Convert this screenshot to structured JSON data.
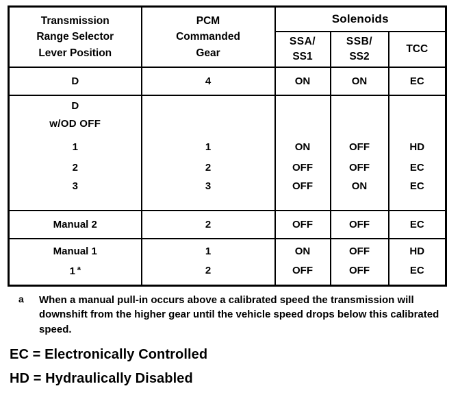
{
  "table": {
    "group_header": "Solenoids",
    "columns": [
      {
        "id": "trs",
        "label": "Transmission\nRange Selector\nLever Position",
        "line1": "Transmission",
        "line2": "Range Selector",
        "line3": "Lever Position"
      },
      {
        "id": "gear",
        "label": "PCM Commanded Gear",
        "line1": "PCM",
        "line2": "Commanded",
        "line3": "Gear"
      },
      {
        "id": "ssa",
        "line1": "SSA/",
        "line2": "SS1"
      },
      {
        "id": "ssb",
        "line1": "SSB/",
        "line2": "SS2"
      },
      {
        "id": "tcc",
        "line1": "TCC"
      }
    ],
    "rows": [
      {
        "type": "simple",
        "lever": "D",
        "gear": "4",
        "ssa": "ON",
        "ssb": "ON",
        "tcc": "EC"
      },
      {
        "type": "group",
        "lever_title_1": "D",
        "lever_title_2": "w/OD OFF",
        "lever_items": [
          "1",
          "2",
          "3"
        ],
        "gears": [
          "1",
          "2",
          "3"
        ],
        "ssa": [
          "ON",
          "OFF",
          "OFF"
        ],
        "ssb": [
          "OFF",
          "OFF",
          "ON"
        ],
        "tcc": [
          "HD",
          "EC",
          "EC"
        ]
      },
      {
        "type": "simple",
        "lever": "Manual 2",
        "gear": "2",
        "ssa": "OFF",
        "ssb": "OFF",
        "tcc": "EC"
      },
      {
        "type": "pair",
        "lever_1": "Manual 1",
        "lever_2": "1",
        "lever_2_sup": "a",
        "gears": [
          "1",
          "2"
        ],
        "ssa": [
          "ON",
          "OFF"
        ],
        "ssb": [
          "OFF",
          "OFF"
        ],
        "tcc": [
          "HD",
          "EC"
        ]
      }
    ]
  },
  "footnote": {
    "marker": "a",
    "text": "When a manual pull-in occurs above a calibrated speed the transmission will downshift from the higher gear until the vehicle speed drops below this calibrated speed."
  },
  "legend": [
    "EC = Electronically Controlled",
    "HD = Hydraulically Disabled"
  ],
  "colors": {
    "ink": "#000000",
    "paper": "#ffffff"
  }
}
